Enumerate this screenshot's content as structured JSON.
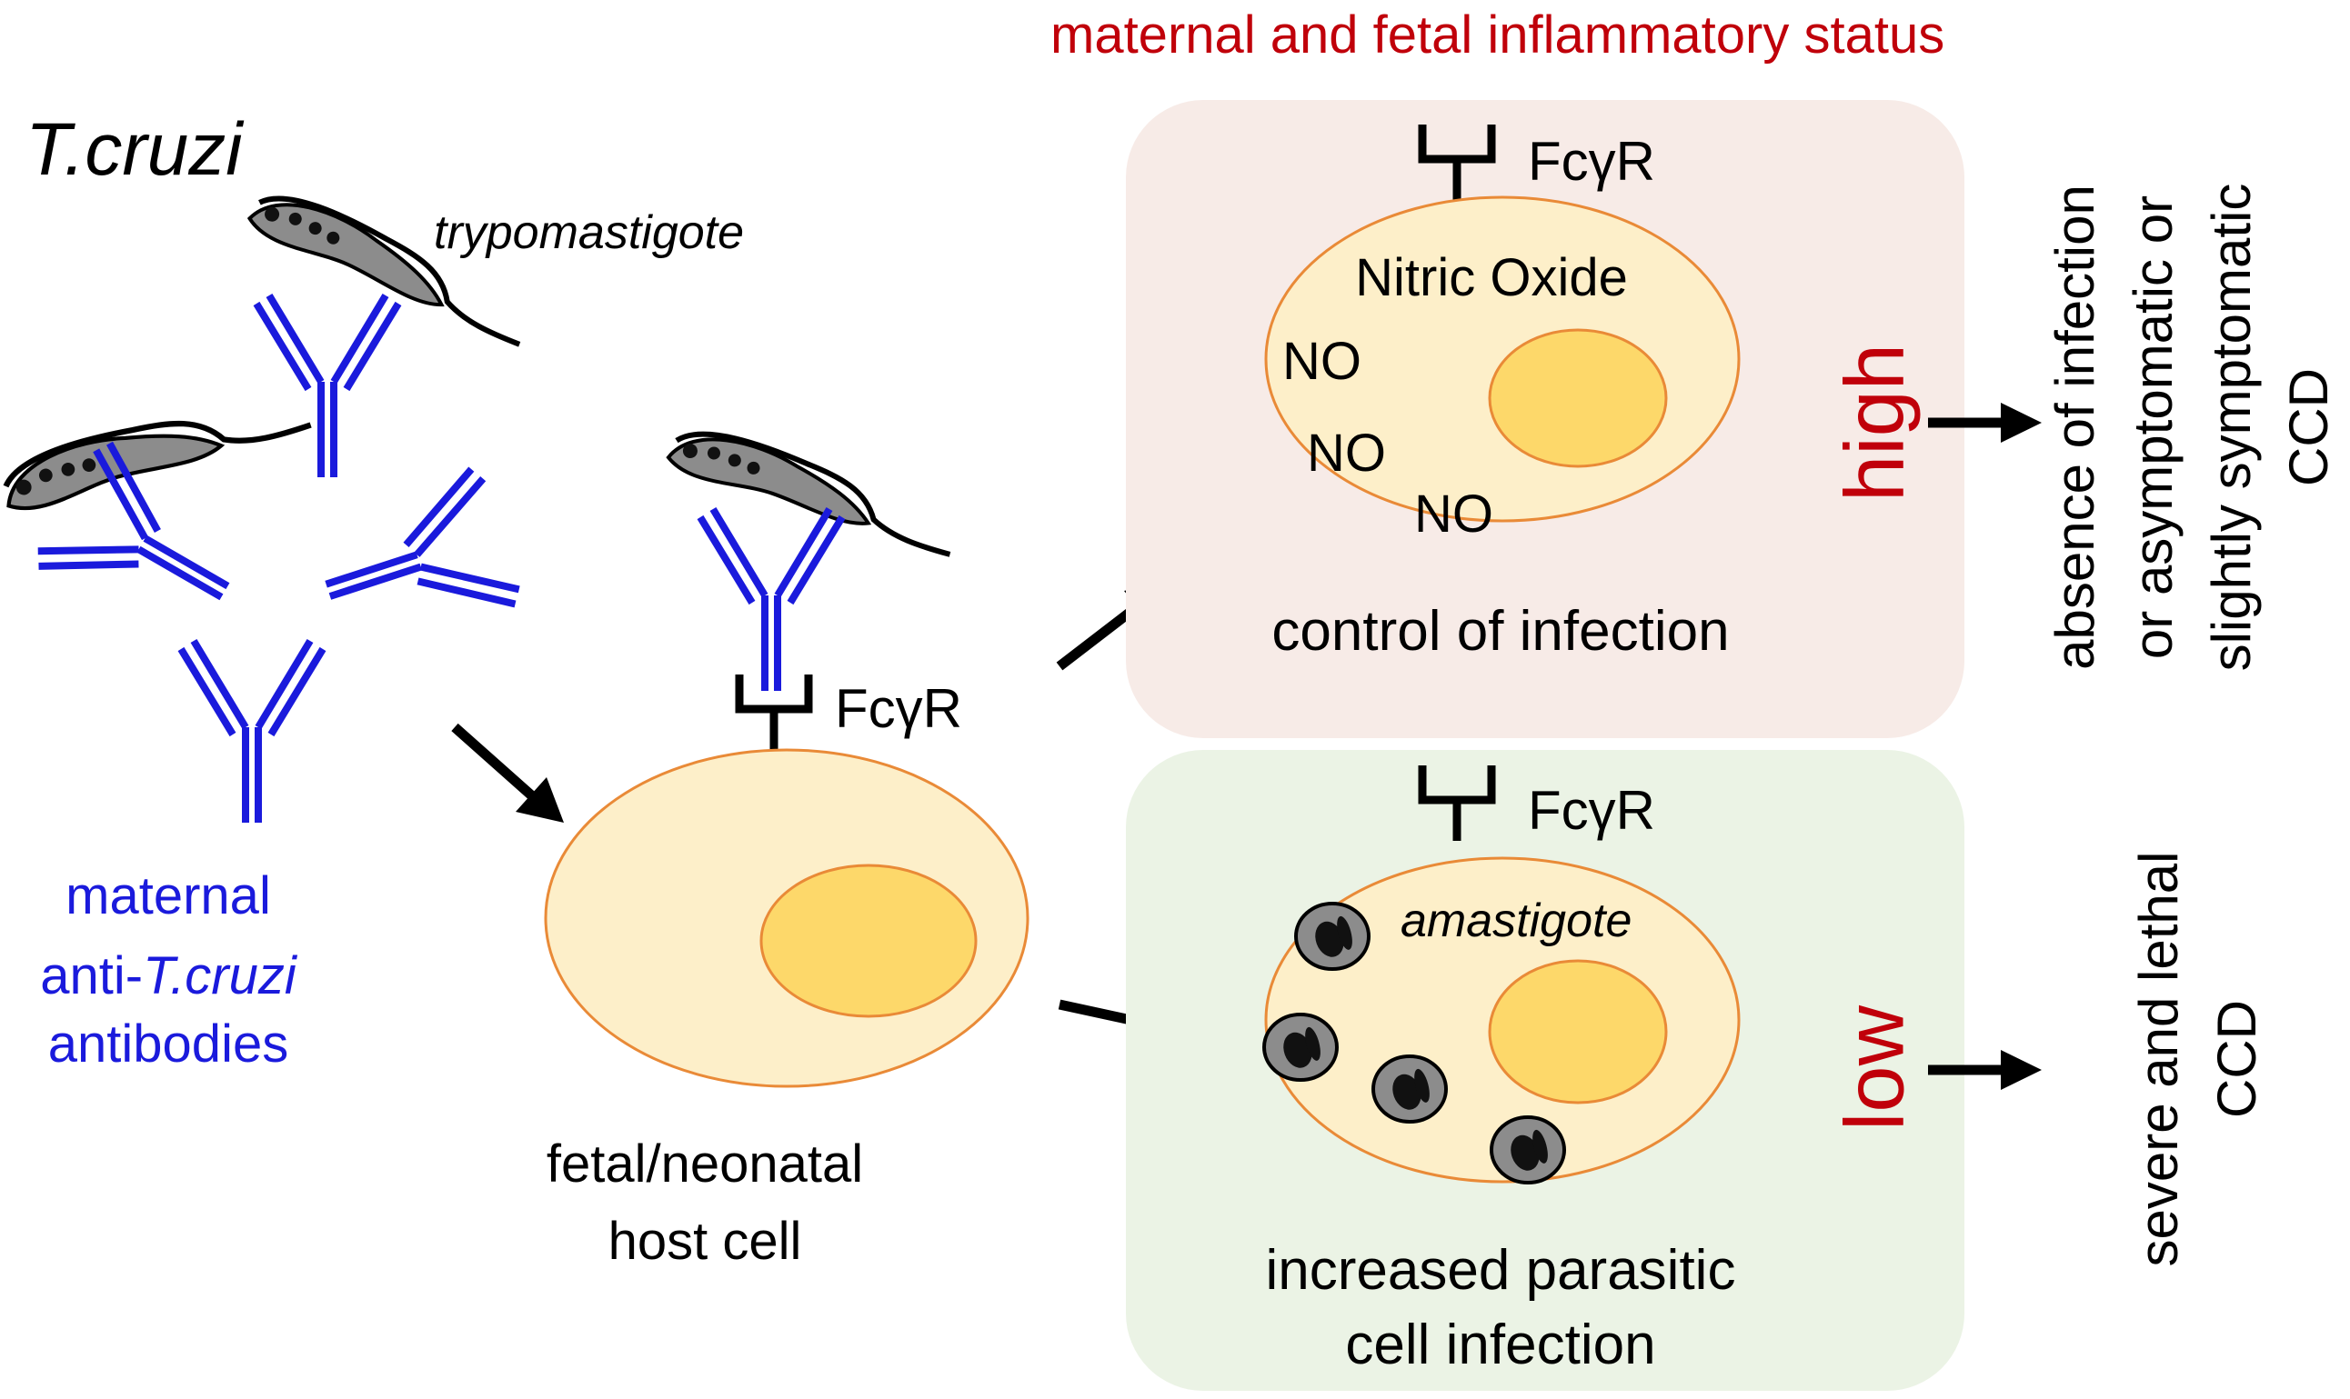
{
  "header": {
    "status_title": "maternal and fetal inflammatory status"
  },
  "left": {
    "organism": "T.cruzi",
    "trypomastigote_label": "trypomastigote",
    "antibodies_line1": "maternal",
    "antibodies_line2_prefix": "anti-",
    "antibodies_line2_italic": "T.cruzi",
    "antibodies_line3": "antibodies"
  },
  "host_cell": {
    "receptor_label": "FcγR",
    "caption_line1": "fetal/neonatal",
    "caption_line2": "host cell"
  },
  "high_box": {
    "receptor_label": "FcγR",
    "molecule_title": "Nitric Oxide",
    "no_labels": [
      "NO",
      "NO",
      "NO"
    ],
    "status_word": "high",
    "caption": "control of infection",
    "outcome_lines": [
      "absence of infection",
      "or asymptomatic or",
      "slightly symptomatic",
      "CCD"
    ]
  },
  "low_box": {
    "receptor_label": "FcγR",
    "parasite_label": "amastigote",
    "status_word": "low",
    "caption_line1": "increased parasitic",
    "caption_line2": "cell infection",
    "outcome_lines": [
      "severe and lethal",
      "CCD"
    ]
  },
  "colors": {
    "antibody_blue": "#1a1adc",
    "status_red": "#c0000a",
    "high_box_fill": "#f7ebe7",
    "low_box_fill": "#ebf3e5",
    "cell_fill": "#fdefc9",
    "cell_stroke": "#e98a37",
    "nucleus_fill": "#fdd86a",
    "parasite_gray": "#8c8c8c"
  }
}
